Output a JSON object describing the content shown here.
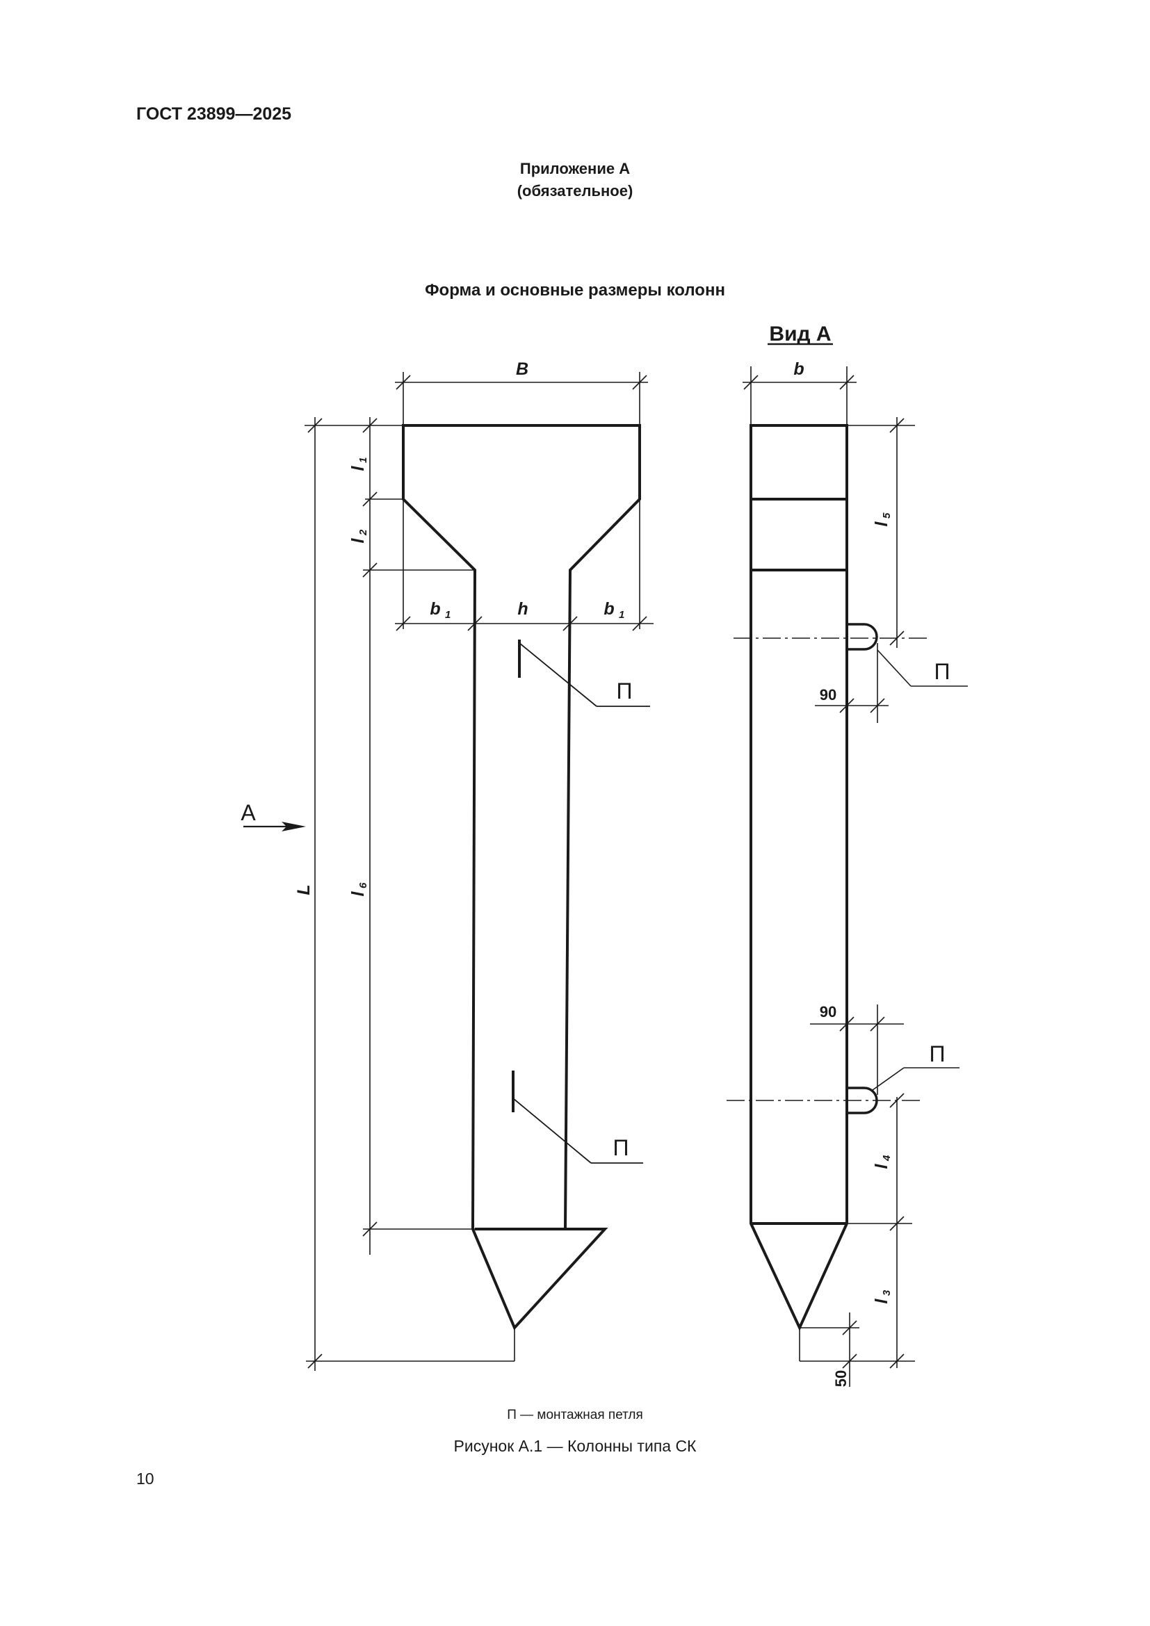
{
  "header": {
    "doc_code": "ГОСТ 23899—2025"
  },
  "annex": {
    "title": "Приложение А",
    "subtitle": "(обязательное)"
  },
  "section_title": "Форма и основные размеры колонн",
  "view_title": "Вид А",
  "dimensions": {
    "B": "B",
    "b": "b",
    "h": "h",
    "L": "L",
    "b1": "b",
    "l": "l",
    "sub_1": "1",
    "sub_2": "2",
    "sub_3": "3",
    "sub_4": "4",
    "sub_5": "5",
    "sub_6": "6",
    "d90": "90",
    "d50": "50"
  },
  "labels": {
    "loop": "П",
    "arrow_view": "А"
  },
  "legend": "П — монтажная петля",
  "caption": "Рисунок А.1 — Колонны типа СК",
  "page_number": "10"
}
